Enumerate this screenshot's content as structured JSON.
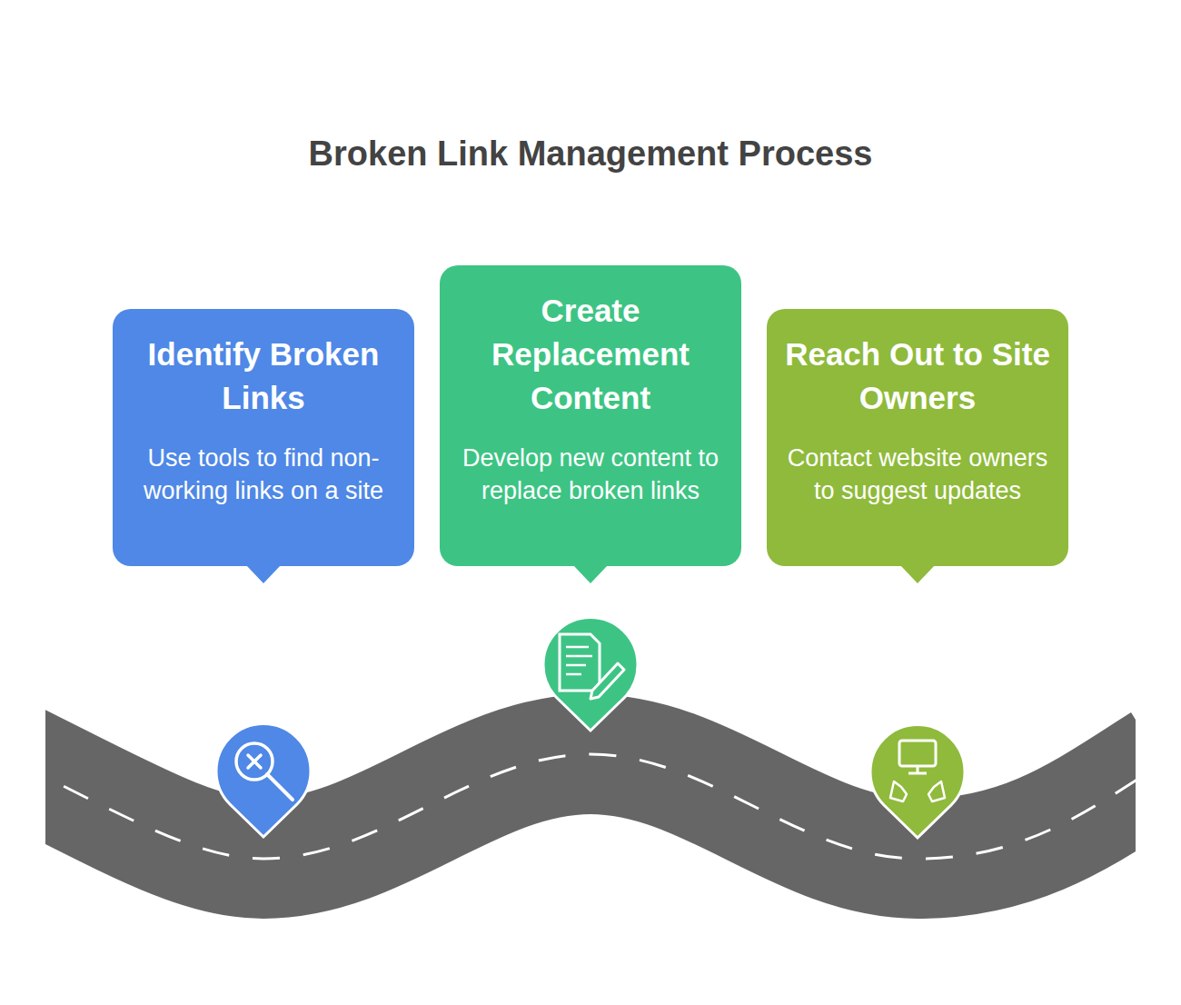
{
  "diagram": {
    "title": "Broken Link Management Process",
    "nodes": [
      {
        "text": [
          "Identify Broken Links",
          "Use tools to find non-working links on a site"
        ]
      },
      {
        "text": [
          "Create Replacement Content",
          "Develop new content to replace broken links"
        ]
      },
      {
        "text": [
          "Reach Out to Site Owners",
          "Contact website owners to suggest updates"
        ]
      }
    ]
  }
}
